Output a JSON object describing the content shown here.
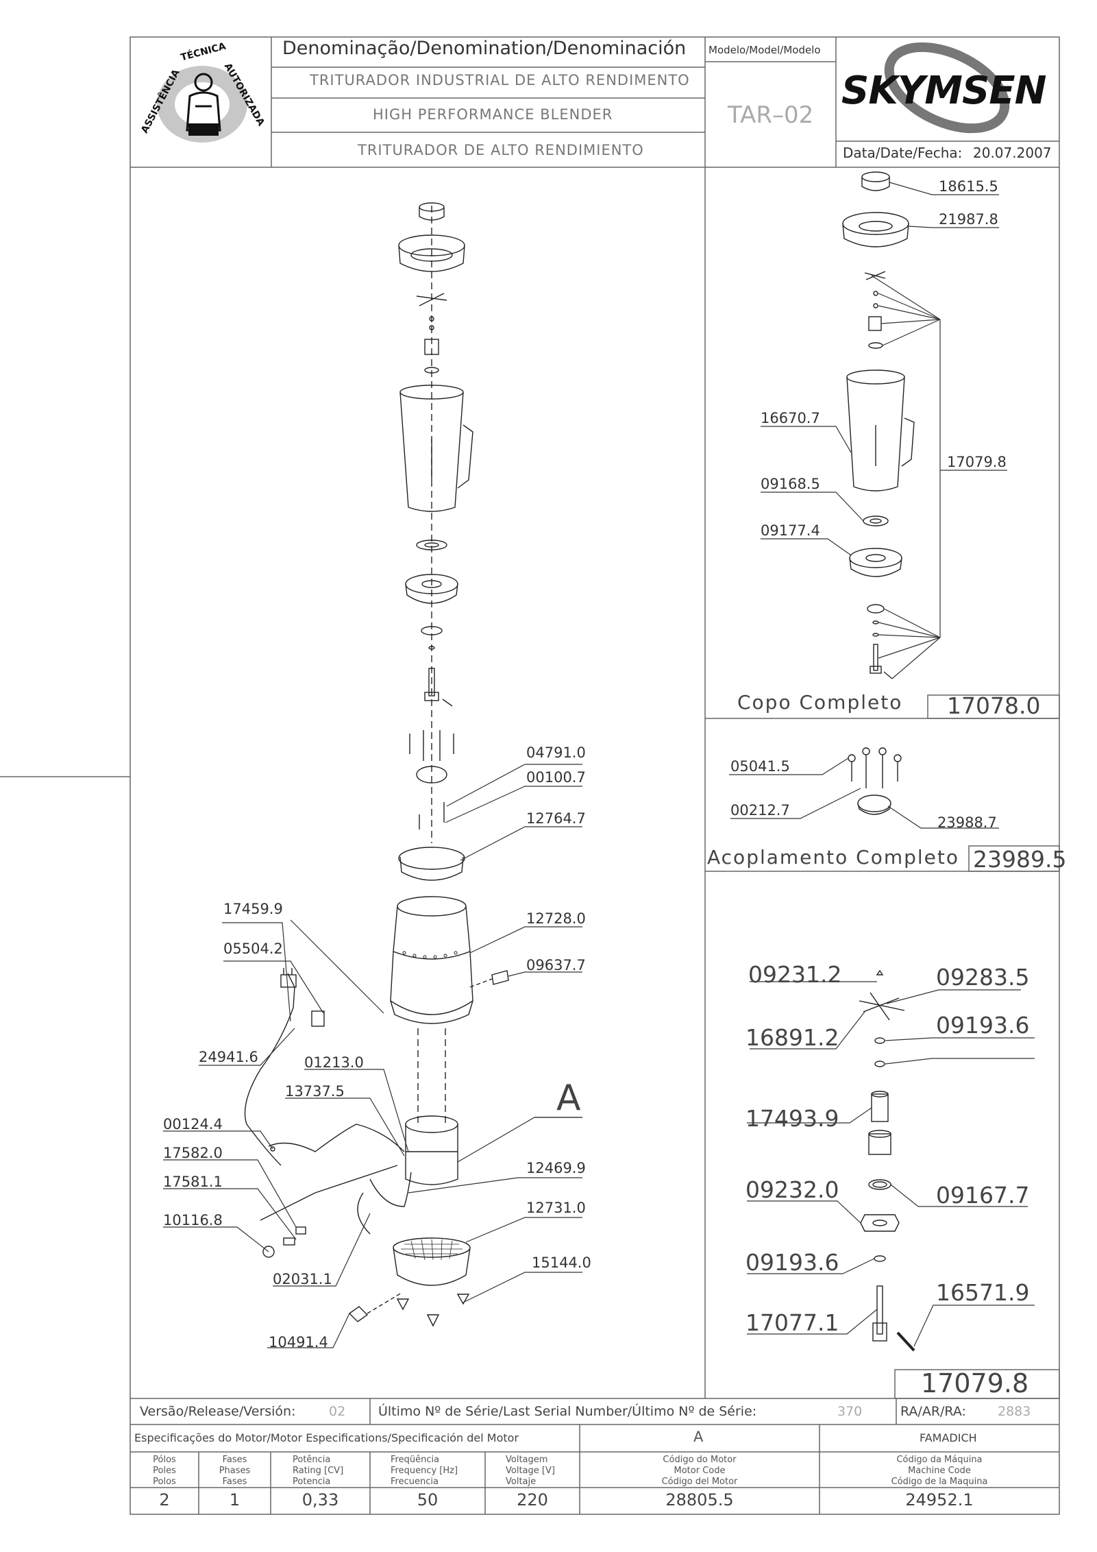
{
  "header": {
    "denomination_label": "Denominação/Denomination/Denominación",
    "name_pt": "TRITURADOR INDUSTRIAL DE ALTO RENDIMENTO",
    "name_en": "HIGH PERFORMANCE BLENDER",
    "name_es": "TRITURADOR DE ALTO RENDIMIENTO",
    "model_label": "Modelo/Model/Modelo",
    "model_value": "TAR–02",
    "brand": "SKYMSEN",
    "date_label": "Data/Date/Fecha:",
    "date_value": "20.07.2007",
    "badge_text_top": "TÉCNICA",
    "badge_text_left": "ASSISTÊNCIA",
    "badge_text_right": "AUTORIZADA"
  },
  "main_parts": {
    "p04791": "04791.0",
    "p00100": "00100.7",
    "p12764": "12764.7",
    "p17459": "17459.9",
    "p12728": "12728.0",
    "p05504": "05504.2",
    "p09637": "09637.7",
    "p24941": "24941.6",
    "p01213": "01213.0",
    "p13737": "13737.5",
    "detail_a": "A",
    "p00124": "00124.4",
    "p17582": "17582.0",
    "p12469": "12469.9",
    "p17581": "17581.1",
    "p12731": "12731.0",
    "p10116": "10116.8",
    "p15144": "15144.0",
    "p02031": "02031.1",
    "p10491": "10491.4"
  },
  "cup_assembly": {
    "p18615": "18615.5",
    "p21987": "21987.8",
    "p16670": "16670.7",
    "p17079": "17079.8",
    "p09168": "09168.5",
    "p09177": "09177.4",
    "title": "Copo Completo",
    "code": "17078.0"
  },
  "coupling_assembly": {
    "p05041": "05041.5",
    "p00212": "00212.7",
    "p23988": "23988.7",
    "title": "Acoplamento Completo",
    "code": "23989.5"
  },
  "blade_assembly": {
    "p09231": "09231.2",
    "p09283": "09283.5",
    "p16891": "16891.2",
    "p09193a": "09193.6",
    "p17493": "17493.9",
    "p09232": "09232.0",
    "p09167": "09167.7",
    "p09193b": "09193.6",
    "p16571": "16571.9",
    "p17077": "17077.1",
    "code": "17079.8"
  },
  "footer": {
    "version_label": "Versão/Release/Versión:",
    "version_value": "02",
    "serial_label": "Último Nº de Série/Last Serial Number/Último Nº de Série:",
    "serial_value": "370",
    "ra_label": "RA/AR/RA:",
    "ra_value": "2883",
    "motor_spec_label": "Especificações do Motor/Motor Especifications/Specificación del Motor",
    "motor_letter": "A",
    "maker": "FAMADICH",
    "col_poles": [
      "Pólos",
      "Poles",
      "Polos"
    ],
    "col_phases": [
      "Fases",
      "Phases",
      "Fases"
    ],
    "col_power": [
      "Potência",
      "Rating [CV]",
      "Potencia"
    ],
    "col_freq": [
      "Freqüência",
      "Frequency [Hz]",
      "Frecuencia"
    ],
    "col_volt": [
      "Voltagem",
      "Voltage [V]",
      "Voltaje"
    ],
    "col_motor_code": [
      "Código do Motor",
      "Motor Code",
      "Código del Motor"
    ],
    "col_machine_code": [
      "Código da Máquina",
      "Machine Code",
      "Código de la Maquina"
    ],
    "val_poles": "2",
    "val_phases": "1",
    "val_power": "0,33",
    "val_freq": "50",
    "val_volt": "220",
    "val_motor_code": "28805.5",
    "val_machine_code": "24952.1"
  }
}
